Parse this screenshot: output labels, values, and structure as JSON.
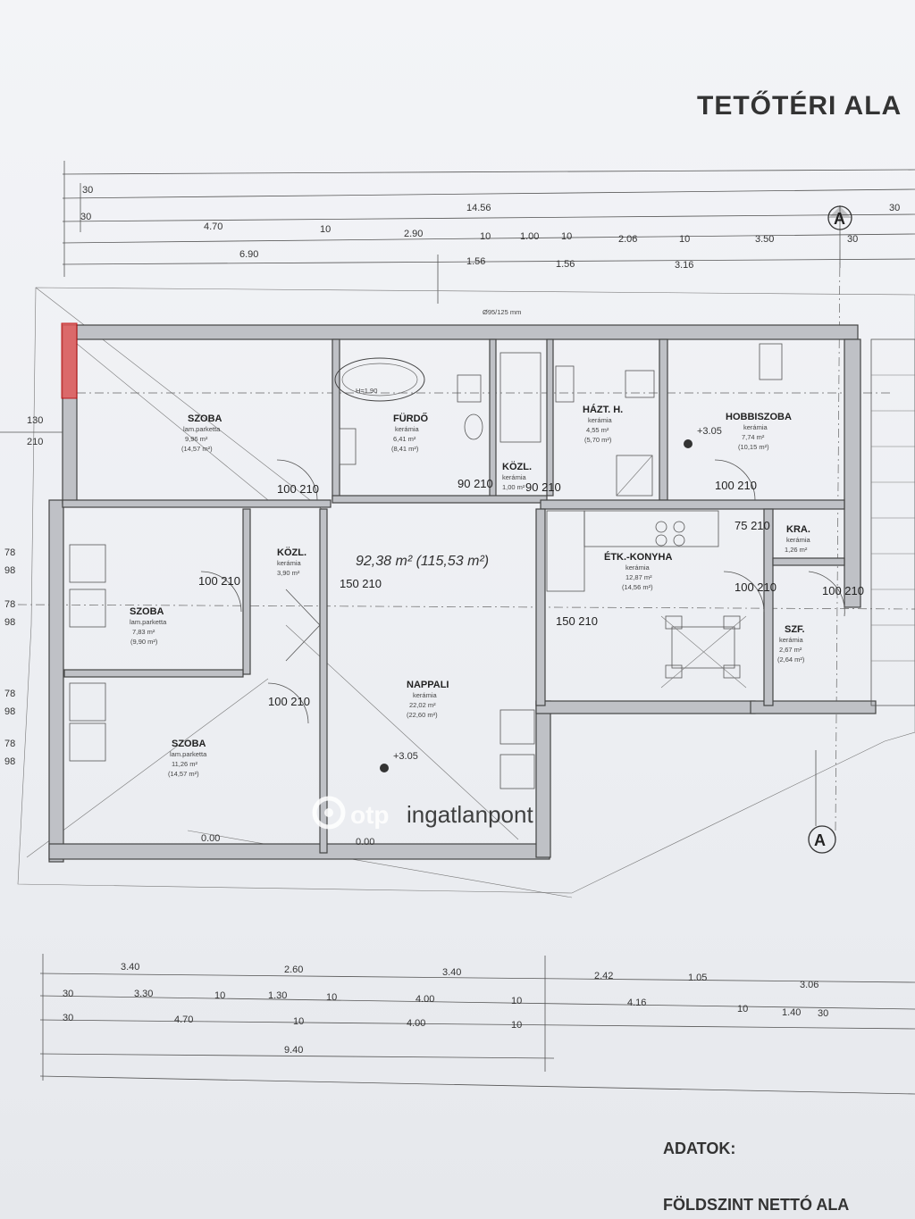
{
  "title": "TETŐTÉRI ALA",
  "total_area": "92,38 m² (115,53 m²)",
  "section_marker": "A",
  "rooms": [
    {
      "name": "SZOBA",
      "floor": "lam.parketta",
      "area": "9,96 m²",
      "gross": "(14,57 m²)"
    },
    {
      "name": "FÜRDŐ",
      "floor": "kerámia",
      "area": "6,41 m²",
      "gross": "(8,41 m²)"
    },
    {
      "name": "HÁZT. H.",
      "floor": "kerámia",
      "area": "4,55 m²",
      "gross": "(5,70 m²)"
    },
    {
      "name": "HOBBISZOBA",
      "floor": "kerámia",
      "area": "7,74 m²",
      "gross": "(10,15 m²)"
    },
    {
      "name": "KÖZL.",
      "floor": "kerámia",
      "area": "1,00 m²",
      "gross": ""
    },
    {
      "name": "KÖZL.",
      "floor": "kerámia",
      "area": "3,90 m²",
      "gross": ""
    },
    {
      "name": "SZOBA",
      "floor": "lam.parketta",
      "area": "7,83 m²",
      "gross": "(9,90 m²)"
    },
    {
      "name": "ÉTK.-KONYHA",
      "floor": "kerámia",
      "area": "12,87 m²",
      "gross": "(14,56 m²)"
    },
    {
      "name": "KRA.",
      "floor": "kerámia",
      "area": "1,26 m²",
      "gross": ""
    },
    {
      "name": "SZF.",
      "floor": "kerámia",
      "area": "2,67 m²",
      "gross": "(2,64 m²)"
    },
    {
      "name": "NAPPALI",
      "floor": "kerámia",
      "area": "22,02 m²",
      "gross": "(22,60 m²)"
    },
    {
      "name": "SZOBA",
      "floor": "lam.parketta",
      "area": "11,26 m²",
      "gross": "(14,57 m²)"
    }
  ],
  "top_dims": {
    "row1": [
      "30",
      "14.56",
      "30"
    ],
    "row2": [
      "30",
      "4.70",
      "10",
      "2.90",
      "10",
      "1.00",
      "10",
      "2.06",
      "10",
      "3.50",
      "30"
    ],
    "row3": [
      "6.90",
      "1.56",
      "1.56",
      "3.16"
    ]
  },
  "bottom_dims": {
    "row1": [
      "3.40",
      "2.60",
      "3.40",
      "2.42",
      "1.05",
      "3.06"
    ],
    "row2": [
      "30",
      "3.30",
      "10",
      "1.30",
      "10",
      "4.00",
      "10",
      "4.16",
      "10",
      "1.40",
      "30"
    ],
    "row3": [
      "30",
      "4.70",
      "10",
      "4.00",
      "10"
    ],
    "row4": [
      "9.40"
    ]
  },
  "doors": [
    "100 210",
    "90 210",
    "90 210",
    "100 210",
    "100 210",
    "150 210",
    "150 210",
    "100 210",
    "100 210",
    "75 210",
    "100 210"
  ],
  "levels": [
    "+3.05",
    "+3.05",
    "0.00",
    "0.00"
  ],
  "side_dims": [
    "130",
    "210",
    "78",
    "98",
    "78",
    "98",
    "78",
    "98",
    "78",
    "98"
  ],
  "watermark": {
    "brand": "otp",
    "text": "ingatlanpont"
  },
  "notes": {
    "adatok": "ADATOK:",
    "foldszint": "FÖLDSZINT NETTÓ ALA"
  },
  "misc_labels": {
    "vent": "Ø95/125 mm",
    "tub": "H=1.90"
  }
}
